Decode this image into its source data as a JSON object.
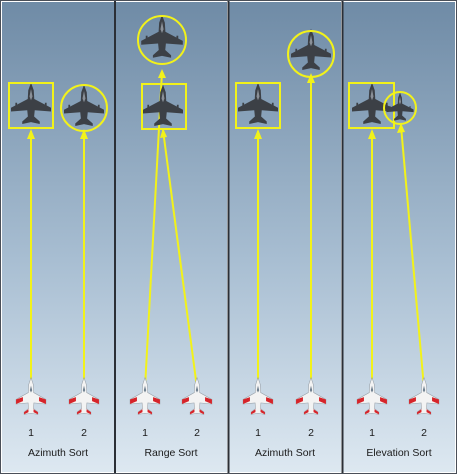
{
  "colors": {
    "sky_top": "#6f8ba6",
    "sky_mid": "#a8bed2",
    "sky_bottom": "#dde8f1",
    "divider": "#2b2f36",
    "frame": "#4a4f58",
    "yellow": "#f2f21a",
    "fighter": "#3c4046",
    "trainer_body": "#f3f3f3",
    "trainer_red": "#d6242a"
  },
  "panels": [
    {
      "label": "Azimuth Sort",
      "units": [
        "1",
        "2"
      ],
      "targets": [
        {
          "shape": "square",
          "assigned_to": "1"
        },
        {
          "shape": "circle",
          "assigned_to": "2"
        }
      ]
    },
    {
      "label": "Range Sort",
      "units": [
        "1",
        "2"
      ],
      "targets": [
        {
          "shape": "circle",
          "assigned_to": "1",
          "depth": "far"
        },
        {
          "shape": "square",
          "assigned_to": "2",
          "depth": "near"
        }
      ]
    },
    {
      "label": "Azimuth Sort",
      "units": [
        "1",
        "2"
      ],
      "targets": [
        {
          "shape": "square",
          "assigned_to": "1"
        },
        {
          "shape": "circle",
          "assigned_to": "2",
          "depth": "far"
        }
      ]
    },
    {
      "label": "Elevation Sort",
      "units": [
        "1",
        "2"
      ],
      "targets": [
        {
          "shape": "square",
          "assigned_to": "1"
        },
        {
          "shape": "circle",
          "assigned_to": "2",
          "size": "small"
        }
      ]
    }
  ]
}
